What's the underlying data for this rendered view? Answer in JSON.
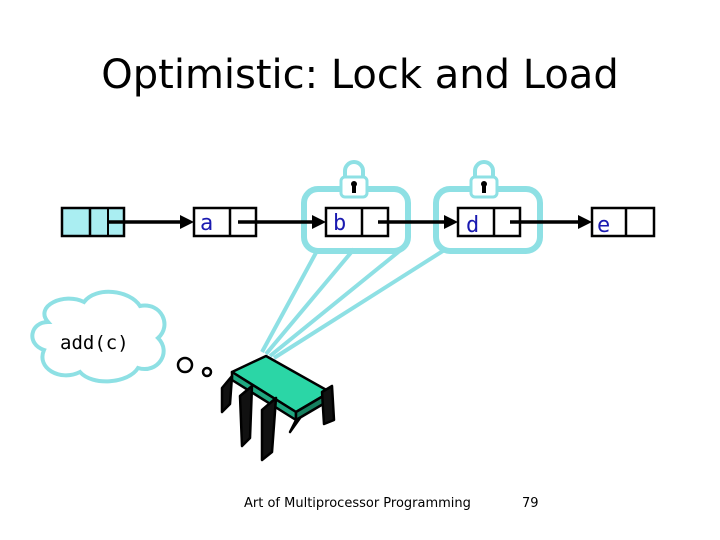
{
  "slide": {
    "title": "Optimistic: Lock and Load",
    "footer": "Art of Multiprocessor Programming",
    "page_number": "79"
  },
  "diagram": {
    "nodes": [
      {
        "id": "head",
        "label": ""
      },
      {
        "id": "a",
        "label": "a"
      },
      {
        "id": "b",
        "label": "b"
      },
      {
        "id": "d",
        "label": "d"
      },
      {
        "id": "e",
        "label": "e"
      }
    ],
    "thought": "add(c)",
    "locked_nodes": [
      "b",
      "d"
    ],
    "colors": {
      "sentinel_fill": "#aaeef2",
      "lock_highlight": "#8ee0e4",
      "thread_green": "#2bd6a6",
      "label_blue": "#1a1ab0"
    }
  }
}
